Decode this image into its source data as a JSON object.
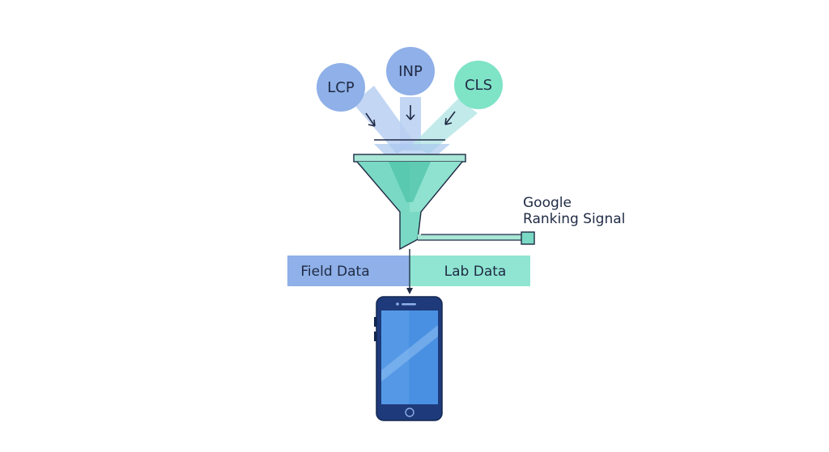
{
  "metrics": {
    "lcp": {
      "label": "LCP",
      "color": "#8fb0e8"
    },
    "inp": {
      "label": "INP",
      "color": "#8fb0e8"
    },
    "cls": {
      "label": "CLS",
      "color": "#7fe3c6"
    }
  },
  "signal": {
    "line1": "Google",
    "line2": "Ranking Signal"
  },
  "bands": {
    "field": {
      "label": "Field Data",
      "color": "#8fb0e8"
    },
    "lab": {
      "label": "Lab Data",
      "color": "#8fe5d2"
    }
  },
  "colors": {
    "funnel": "#7ad9c4",
    "funnel_dark": "#4fc3a9",
    "outline": "#1f2a44",
    "phone_body": "#1e3a7a",
    "phone_screen": "#4a90e2"
  }
}
